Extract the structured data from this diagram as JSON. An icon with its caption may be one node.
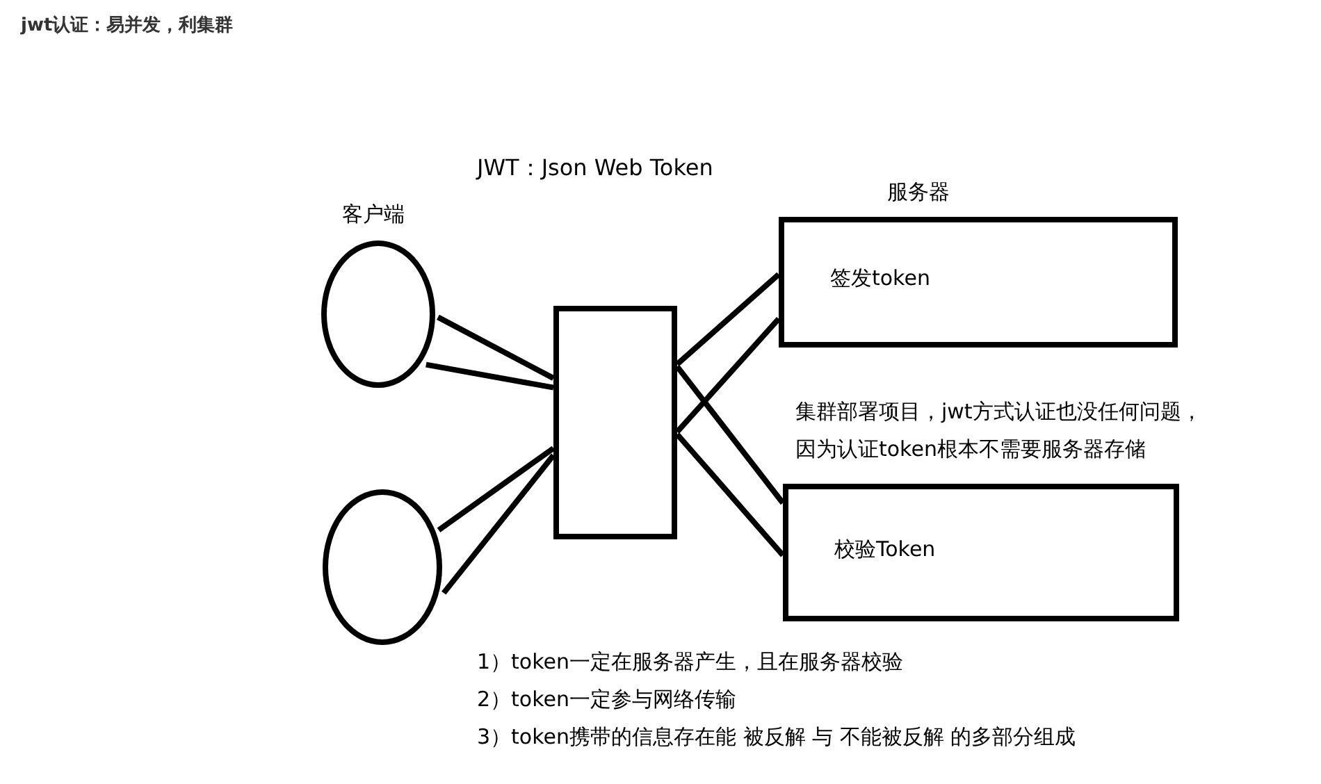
{
  "diagram": {
    "title": "jwt认证：易并发，利集群",
    "nodes": [
      {
        "text": [],
        "shape": "circle",
        "beside": [
          "客户端"
        ]
      },
      {
        "text": [],
        "shape": "circle"
      },
      {
        "text": [],
        "shape": "box"
      },
      {
        "text": [
          "签发token"
        ],
        "beside": [
          "服务器"
        ]
      },
      {
        "text": [
          "校验Token"
        ]
      }
    ],
    "edges": [
      {
        "from": 0,
        "to": 2,
        "arrow": "none"
      },
      {
        "from": 0,
        "to": 2,
        "arrow": "none"
      },
      {
        "from": 1,
        "to": 2,
        "arrow": "none"
      },
      {
        "from": 1,
        "to": 2,
        "arrow": "none"
      },
      {
        "from": 2,
        "to": 3,
        "arrow": "none"
      },
      {
        "from": 2,
        "to": 3,
        "arrow": "none"
      },
      {
        "from": 2,
        "to": 4,
        "arrow": "none"
      },
      {
        "from": 2,
        "to": 4,
        "arrow": "none"
      }
    ],
    "labels": [
      "JWT：Json Web Token",
      "集群部署项目，jwt方式认证也没任何问题，因为认证token根本不需要服务器存储",
      "1）token一定在服务器产生，且在服务器校验",
      "2）token一定参与网络传输",
      "3）token携带的信息存在能 被反解 与 不能被反解 的多部分组成"
    ]
  }
}
